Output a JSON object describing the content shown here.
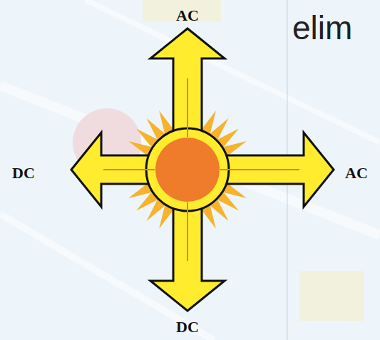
{
  "diagram": {
    "labels": [
      "AC",
      "DC",
      "AC",
      "DC",
      "elim"
    ]
  }
}
